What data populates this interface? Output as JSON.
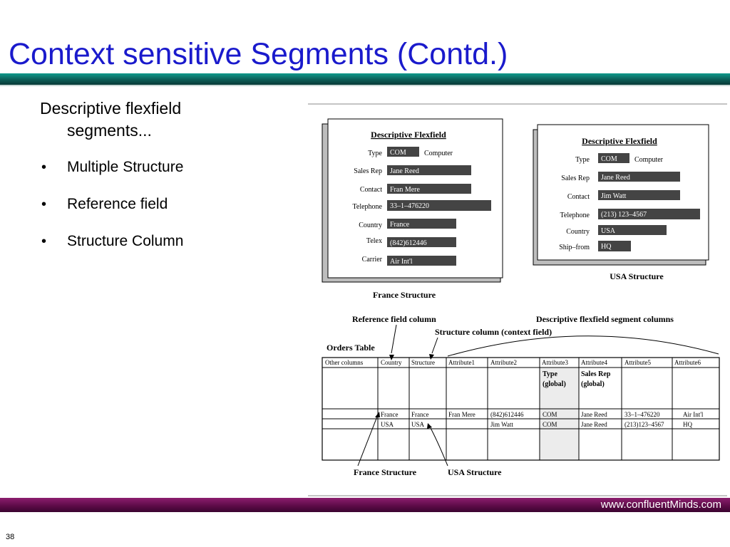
{
  "slide": {
    "title": "Context sensitive Segments (Contd.)",
    "heading_line1": "Descriptive flexfield",
    "heading_line2": "segments...",
    "bullets": [
      "Multiple Structure",
      "Reference field",
      "Structure Column"
    ],
    "footer_url": "www.confluentMinds.com",
    "page_number": "38"
  },
  "figure": {
    "france_form": {
      "title": "Descriptive Flexfield",
      "caption": "France Structure",
      "fields": [
        {
          "label": "Type",
          "value": "COM",
          "extra": "Computer"
        },
        {
          "label": "Sales Rep",
          "value": "Jane Reed"
        },
        {
          "label": "Contact",
          "value": "Fran Mere"
        },
        {
          "label": "Telephone",
          "value": "33–1–476220"
        },
        {
          "label": "Country",
          "value": "France"
        },
        {
          "label": "Telex",
          "value": "(842)612446"
        },
        {
          "label": "Carrier",
          "value": "Air Int'l"
        }
      ]
    },
    "usa_form": {
      "title": "Descriptive Flexfield",
      "caption": "USA Structure",
      "fields": [
        {
          "label": "Type",
          "value": "COM",
          "extra": "Computer"
        },
        {
          "label": "Sales Rep",
          "value": "Jane Reed"
        },
        {
          "label": "Contact",
          "value": "Jim Watt"
        },
        {
          "label": "Telephone",
          "value": "(213) 123–4567"
        },
        {
          "label": "Country",
          "value": "USA"
        },
        {
          "label": "Ship–from",
          "value": "HQ"
        }
      ]
    },
    "annotations": {
      "reference_field_column": "Reference field column",
      "segment_columns": "Descriptive flexfield segment columns",
      "structure_column": "Structure column (context field)",
      "orders_table": "Orders Table",
      "france_structure": "France Structure",
      "usa_structure": "USA Structure"
    },
    "table": {
      "headers": [
        "Other columns",
        "Country",
        "Structure",
        "Attribute1",
        "Attribute2",
        "Attribute3",
        "Attribute4",
        "Attribute5",
        "Attribute6"
      ],
      "global_notes": {
        "attr3_line1": "Type",
        "attr3_line2": "(global)",
        "attr4_line1": "Sales Rep",
        "attr4_line2": "(global)"
      },
      "rows": [
        [
          "",
          "France",
          "France",
          "Fran Mere",
          "(842)612446",
          "COM",
          "Jane Reed",
          "33–1–476220",
          "Air Int'l"
        ],
        [
          "",
          "USA",
          "USA",
          "",
          "Jim Watt",
          "COM",
          "Jane Reed",
          "(213)123–4567",
          "HQ"
        ]
      ]
    }
  }
}
